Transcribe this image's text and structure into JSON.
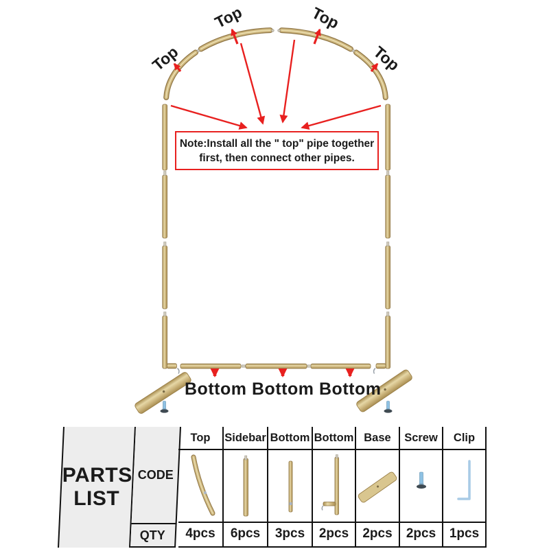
{
  "diagram": {
    "top_labels": [
      "Top",
      "Top",
      "Top",
      "Top"
    ],
    "bottom_labels": [
      "Bottom",
      "Bottom",
      "Bottom"
    ],
    "note": {
      "line1": "Note:Install all the \" top\" pipe together",
      "line2": "first, then connect other pipes."
    },
    "colors": {
      "arrow_red": "#e8201f",
      "pipe_fill": "#c9b176",
      "pipe_edge": "#8d7342",
      "screw_blue": "#8fc2e4",
      "clip_blue": "#a9cbe6",
      "table_gray": "#ededed"
    }
  },
  "parts_list": {
    "title_line1": "PARTS",
    "title_line2": "LIST",
    "code_label": "CODE",
    "qty_label": "QTY",
    "columns": [
      {
        "name": "Top",
        "qty": "4pcs",
        "icon": "top-curved-pipe-icon"
      },
      {
        "name": "Sidebar",
        "qty": "6pcs",
        "icon": "sidebar-straight-pipe-icon"
      },
      {
        "name": "Bottom",
        "qty": "3pcs",
        "icon": "bottom-straight-pipe-icon"
      },
      {
        "name": "Bottom",
        "qty": "2pcs",
        "icon": "bottom-corner-pipe-icon"
      },
      {
        "name": "Base",
        "qty": "2pcs",
        "icon": "base-plate-icon"
      },
      {
        "name": "Screw",
        "qty": "2pcs",
        "icon": "screw-icon"
      },
      {
        "name": "Clip",
        "qty": "1pcs",
        "icon": "allen-key-icon"
      }
    ]
  }
}
